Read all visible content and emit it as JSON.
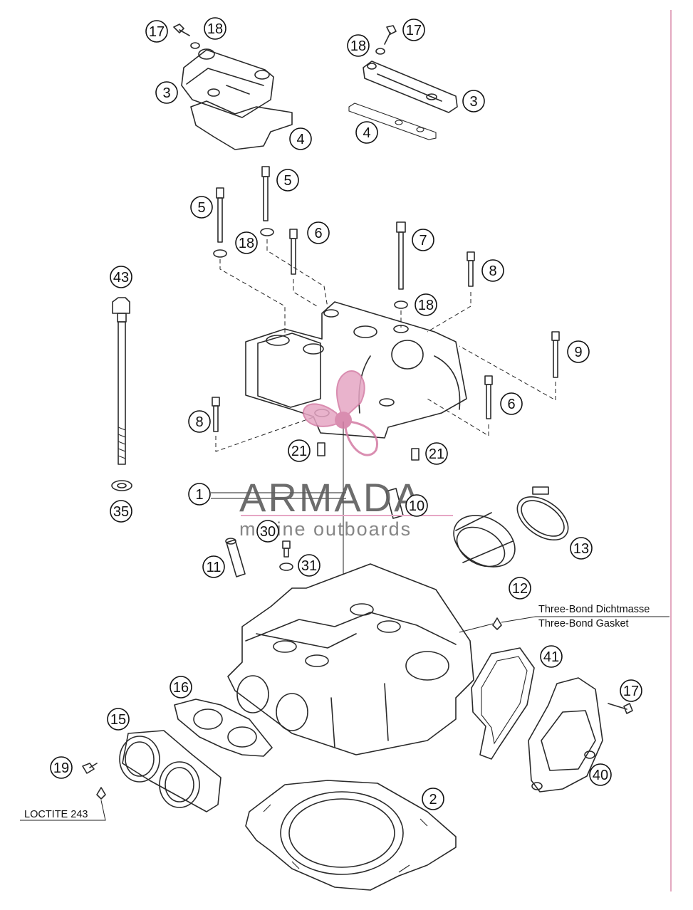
{
  "colors": {
    "line": "#2a2a2a",
    "watermark_text": "#5d5d5d",
    "watermark_accent": "#e6a6c4",
    "border_rule": "#e3a9c0"
  },
  "watermark": {
    "brand": "ARMADA",
    "tagline": "marine outboards"
  },
  "notes": {
    "sealant_de": "Three-Bond Dichtmasse",
    "sealant_en": "Three-Bond Gasket",
    "threadlock": "LOCTITE 243"
  },
  "callouts": [
    {
      "label": "17"
    },
    {
      "label": "18"
    },
    {
      "label": "3"
    },
    {
      "label": "4"
    },
    {
      "label": "17"
    },
    {
      "label": "18"
    },
    {
      "label": "3"
    },
    {
      "label": "4"
    },
    {
      "label": "5"
    },
    {
      "label": "5"
    },
    {
      "label": "18"
    },
    {
      "label": "6"
    },
    {
      "label": "7"
    },
    {
      "label": "8"
    },
    {
      "label": "18"
    },
    {
      "label": "43"
    },
    {
      "label": "9"
    },
    {
      "label": "8"
    },
    {
      "label": "6"
    },
    {
      "label": "21"
    },
    {
      "label": "21"
    },
    {
      "label": "1"
    },
    {
      "label": "10"
    },
    {
      "label": "13"
    },
    {
      "label": "35"
    },
    {
      "label": "30"
    },
    {
      "label": "31"
    },
    {
      "label": "11"
    },
    {
      "label": "12"
    },
    {
      "label": "41"
    },
    {
      "label": "16"
    },
    {
      "label": "17"
    },
    {
      "label": "15"
    },
    {
      "label": "40"
    },
    {
      "label": "19"
    },
    {
      "label": "2"
    }
  ]
}
